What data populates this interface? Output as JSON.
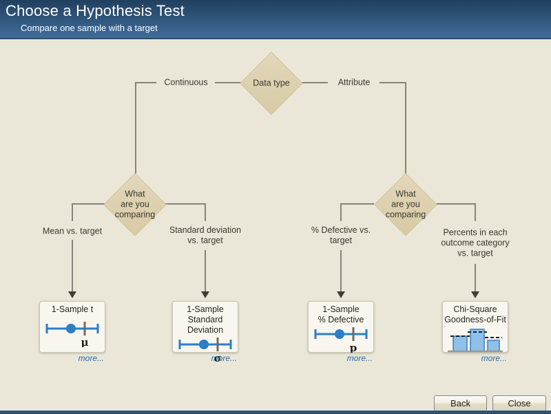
{
  "header": {
    "title": "Choose a Hypothesis Test",
    "subtitle": "Compare one sample with a target"
  },
  "tree": {
    "root": {
      "label": "Data type",
      "left_branch_label": "Continuous",
      "right_branch_label": "Attribute"
    },
    "continuous_decision": {
      "lines": [
        "What",
        "are you",
        "comparing"
      ],
      "left_branch_lines": [
        "Mean vs. target"
      ],
      "right_branch_lines": [
        "Standard deviation",
        "vs. target"
      ]
    },
    "attribute_decision": {
      "lines": [
        "What",
        "are you",
        "comparing"
      ],
      "left_branch_lines": [
        "% Defective vs.",
        "target"
      ],
      "right_branch_lines": [
        "Percents in each",
        "outcome category",
        "vs. target"
      ]
    }
  },
  "cards": [
    {
      "title_lines": [
        "1-Sample t"
      ],
      "icon": "interval-plot",
      "symbol": "μ",
      "more_label": "more..."
    },
    {
      "title_lines": [
        "1-Sample",
        "Standard Deviation"
      ],
      "icon": "interval-plot",
      "symbol": "σ",
      "more_label": "more..."
    },
    {
      "title_lines": [
        "1-Sample",
        "% Defective"
      ],
      "icon": "interval-plot",
      "symbol": "p",
      "more_label": "more..."
    },
    {
      "title_lines": [
        "Chi-Square",
        "Goodness-of-Fit"
      ],
      "icon": "bar-chart",
      "more_label": "more..."
    }
  ],
  "footer": {
    "back_label": "Back",
    "close_label": "Close"
  },
  "colors": {
    "header_top": "#21405f",
    "header_bottom": "#3f6c99",
    "body_bg": "#ebe7d8",
    "diamond_fill": "#ddd0ae",
    "line": "#84847a",
    "card_bg": "#f8f6ef",
    "icon_blue": "#2c7ec6",
    "bar_fill": "#8fc0e9",
    "bar_stroke": "#3b7fbf",
    "link": "#2269a9",
    "footer_bar": "#2e5277"
  }
}
